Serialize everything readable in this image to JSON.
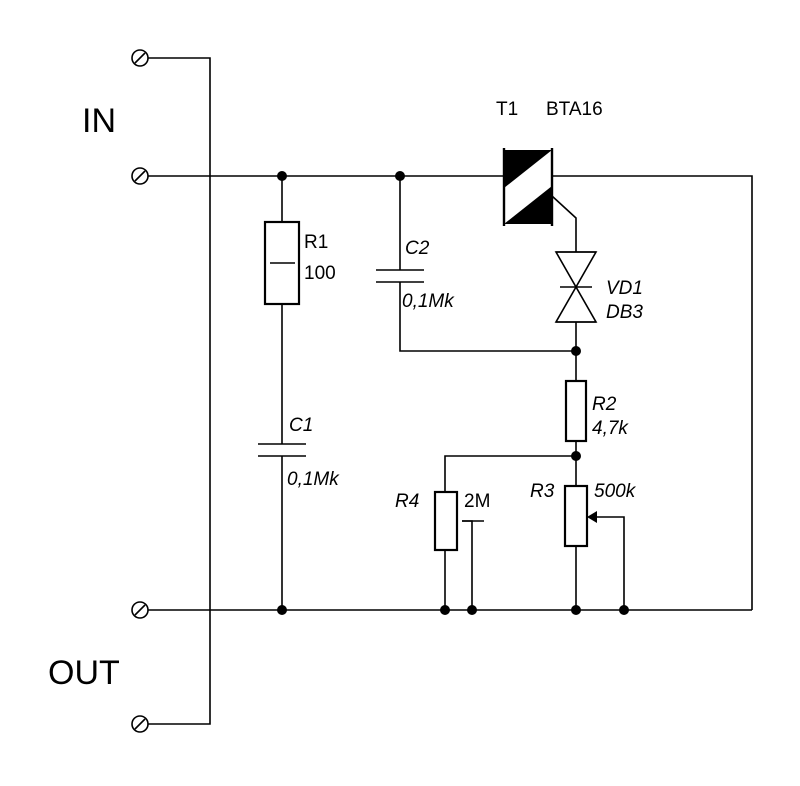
{
  "terminals": {
    "in_label": "IN",
    "out_label": "OUT"
  },
  "components": {
    "t1": {
      "ref": "T1",
      "value": "BTA16"
    },
    "r1": {
      "ref": "R1",
      "value": "100"
    },
    "c1": {
      "ref": "C1",
      "value": "0,1Mk"
    },
    "c2": {
      "ref": "C2",
      "value": "0,1Mk"
    },
    "vd1": {
      "ref": "VD1",
      "value": "DB3"
    },
    "r2": {
      "ref": "R2",
      "value": "4,7k"
    },
    "r3": {
      "ref": "R3",
      "value": "500k"
    },
    "r4": {
      "ref": "R4",
      "value": "2M"
    }
  }
}
